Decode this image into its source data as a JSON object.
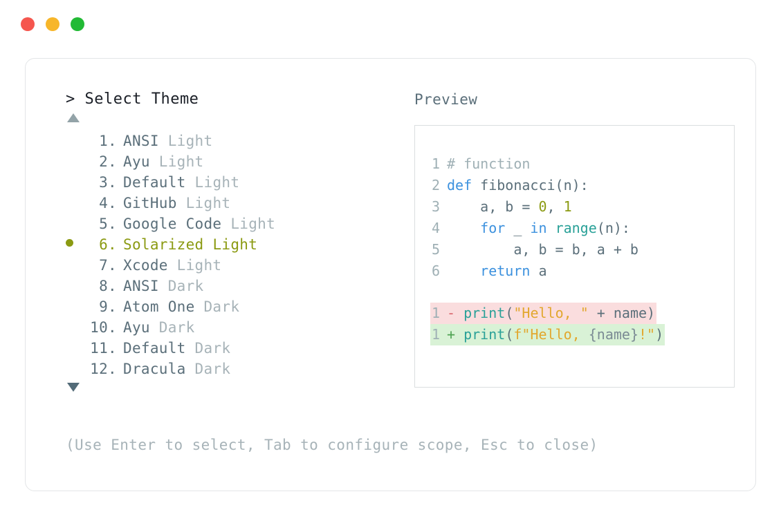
{
  "window": {
    "traffic_lights": [
      {
        "name": "close",
        "color": "#F5564E"
      },
      {
        "name": "minimize",
        "color": "#F7B62A"
      },
      {
        "name": "maximize",
        "color": "#22BA35"
      }
    ]
  },
  "picker": {
    "prompt": "> Select Theme",
    "scroll_up_indicator": "▲",
    "scroll_down_indicator": "▼",
    "selected_index": 6,
    "selected_marker": "●",
    "accent_color": "#8B9A12",
    "items": [
      {
        "index": "1.",
        "name": "ANSI",
        "suffix": "Light",
        "selected": false
      },
      {
        "index": "2.",
        "name": "Ayu",
        "suffix": "Light",
        "selected": false
      },
      {
        "index": "3.",
        "name": "Default",
        "suffix": "Light",
        "selected": false
      },
      {
        "index": "4.",
        "name": "GitHub",
        "suffix": "Light",
        "selected": false
      },
      {
        "index": "5.",
        "name": "Google Code",
        "suffix": "Light",
        "selected": false
      },
      {
        "index": "6.",
        "name": "Solarized",
        "suffix": "Light",
        "selected": true
      },
      {
        "index": "7.",
        "name": "Xcode",
        "suffix": "Light",
        "selected": false
      },
      {
        "index": "8.",
        "name": "ANSI",
        "suffix": "Dark",
        "selected": false
      },
      {
        "index": "9.",
        "name": "Atom One",
        "suffix": "Dark",
        "selected": false
      },
      {
        "index": "10.",
        "name": "Ayu",
        "suffix": "Dark",
        "selected": false
      },
      {
        "index": "11.",
        "name": "Default",
        "suffix": "Dark",
        "selected": false
      },
      {
        "index": "12.",
        "name": "Dracula",
        "suffix": "Dark",
        "selected": false
      }
    ]
  },
  "preview": {
    "label": "Preview",
    "code": {
      "lines": [
        {
          "n": "1",
          "tokens": [
            {
              "t": "# function",
              "c": "comment"
            }
          ]
        },
        {
          "n": "2",
          "tokens": [
            {
              "t": "def",
              "c": "kw"
            },
            {
              "t": " fibonacci(n):",
              "c": "plain"
            }
          ]
        },
        {
          "n": "3",
          "tokens": [
            {
              "t": "    a, b = ",
              "c": "plain"
            },
            {
              "t": "0",
              "c": "num"
            },
            {
              "t": ", ",
              "c": "plain"
            },
            {
              "t": "1",
              "c": "num"
            }
          ]
        },
        {
          "n": "4",
          "tokens": [
            {
              "t": "    ",
              "c": "plain"
            },
            {
              "t": "for",
              "c": "kw"
            },
            {
              "t": " _ ",
              "c": "plain"
            },
            {
              "t": "in",
              "c": "kw"
            },
            {
              "t": " ",
              "c": "plain"
            },
            {
              "t": "range",
              "c": "fn"
            },
            {
              "t": "(n):",
              "c": "plain"
            }
          ]
        },
        {
          "n": "5",
          "tokens": [
            {
              "t": "        a, b = b, a + b",
              "c": "plain"
            }
          ]
        },
        {
          "n": "6",
          "tokens": [
            {
              "t": "    ",
              "c": "plain"
            },
            {
              "t": "return",
              "c": "kw"
            },
            {
              "t": " a",
              "c": "plain"
            }
          ]
        }
      ],
      "diff": [
        {
          "n": "1",
          "marker": "-",
          "kind": "del",
          "bg": "#FADDDE",
          "tokens": [
            {
              "t": "print",
              "c": "fn"
            },
            {
              "t": "(",
              "c": "plain"
            },
            {
              "t": "\"Hello, \"",
              "c": "str"
            },
            {
              "t": " + name)",
              "c": "plain"
            }
          ]
        },
        {
          "n": "1",
          "marker": "+",
          "kind": "ins",
          "bg": "#D9F2D6",
          "tokens": [
            {
              "t": "print",
              "c": "fn"
            },
            {
              "t": "(",
              "c": "plain"
            },
            {
              "t": "f\"Hello, ",
              "c": "str"
            },
            {
              "t": "{name}",
              "c": "var"
            },
            {
              "t": "!\"",
              "c": "bang"
            },
            {
              "t": ")",
              "c": "plain"
            }
          ]
        }
      ]
    }
  },
  "footer": {
    "hint": "(Use Enter to select, Tab to configure scope, Esc to close)"
  }
}
